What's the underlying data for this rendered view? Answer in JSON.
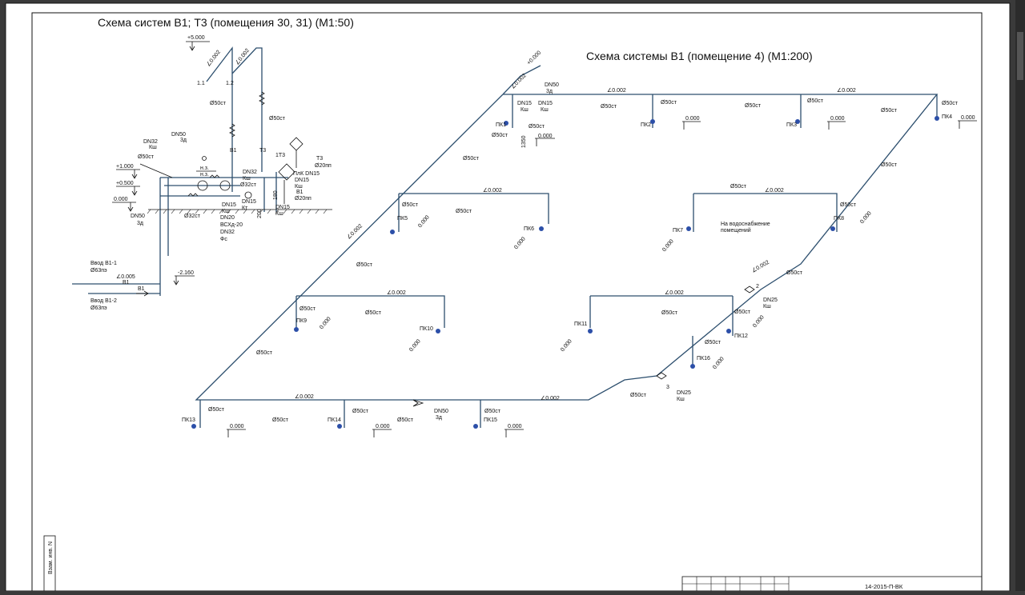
{
  "titles": {
    "left": "Схема систем В1; Т3 (помещения 30, 31) (М1:50)",
    "right": "Схема системы В1 (помещение 4) (М1:200)"
  },
  "stamp": {
    "doc_code": "14-2015-П-ВК",
    "side_label": "Взам. инв. N"
  },
  "left_labels": {
    "el_5000": "+5.000",
    "el_1000": "+1.000",
    "el_0500": "+0.500",
    "el_0000": "0.000",
    "el_m2160": "-2.160",
    "slope1": "∠0.002",
    "slope2": "∠0.002",
    "slope3": "∠0.005",
    "pt11": "1.1",
    "pt12": "1.2",
    "d50st_a": "Ø50ст",
    "d50st_b": "Ø50ст",
    "d50st_c": "Ø50ст",
    "dn32_ksh": "DN32",
    "ksh1": "Кш",
    "dn50_3d": "DN50",
    "zd1": "3д",
    "dn50_3d_b": "DN50",
    "zd2": "3д",
    "d32st_a": "Ø32ст",
    "d32st_b": "Ø32ст",
    "dn32_b": "DN32",
    "ksh2": "Кш",
    "dn15_kt": "DN15",
    "kt": "Кт",
    "dn15_ksh": "DN15",
    "ksh3": "Кш",
    "dn20": "DN20",
    "vskh": "ВСХд-20",
    "dn32_c": "DN32",
    "fs": "Фс",
    "dn15_b": "DN15",
    "ksh4": "Кш",
    "dn15_c": "DN15",
    "ksh5": "Кш",
    "t3": "Т3",
    "d20pp_a": "Ø20пп",
    "b1": "В1",
    "d20pp_b": "Ø20пп",
    "one_t3": "1Т3",
    "plk": "ПлК DN15",
    "dn15_d": "DN15",
    "n_z1": "н.з.",
    "n_z2": "н.з.",
    "h200": "200",
    "h180": "180",
    "vvod1": "Ввод В1-1",
    "d63pe1": "Ø63пэ",
    "vvod2": "Ввод В1-2",
    "d63pe2": "Ø63пэ",
    "b1_line1": "В1",
    "b1_line2": "В1",
    "b1_v1": "В1",
    "t3_v": "Т3"
  },
  "right_labels": {
    "el_top": "+0.000",
    "slope_a": "∠0.002",
    "dn50_top": "DN50",
    "zd_top": "3д",
    "dn15_1": "DN15",
    "ksh_1": "Кш",
    "dn15_2": "DN15",
    "ksh_2": "Кш",
    "pk1": "ПК1",
    "pk2": "ПК2",
    "pk3": "ПК3",
    "pk4": "ПК4",
    "pk5": "ПК5",
    "pk6": "ПК6",
    "pk7": "ПК7",
    "pk8": "ПК8",
    "pk9": "ПК9",
    "pk10": "ПК10",
    "pk11": "ПК11",
    "pk12": "ПК12",
    "pk13": "ПК13",
    "pk14": "ПК14",
    "pk15": "ПК15",
    "pk16": "ПК16",
    "slope_top1": "∠0.002",
    "slope_top2": "∠0.002",
    "slope_mid1": "∠0.002",
    "slope_mid2": "∠0.002",
    "slope_mid3": "∠0.002",
    "slope_mid4": "∠0.002",
    "slope_bot1": "∠0.002",
    "slope_bot2": "∠0.002",
    "slope_diag1": "∠0.002",
    "slope_diag2": "∠0.002",
    "d50_1": "Ø50ст",
    "d50_2": "Ø50ст",
    "d50_3": "Ø50ст",
    "d50_4": "Ø50ст",
    "d50_5": "Ø50ст",
    "d50_6": "Ø50ст",
    "d50_7": "Ø50ст",
    "d50_8": "Ø50ст",
    "d50_9": "Ø50ст",
    "d50_10": "Ø50ст",
    "d50_11": "Ø50ст",
    "d50_12": "Ø50ст",
    "d50_13": "Ø50ст",
    "d50_14": "Ø50ст",
    "d50_15": "Ø50ст",
    "d50_16": "Ø50ст",
    "d50_17": "Ø50ст",
    "d50_18": "Ø50ст",
    "d50_19": "Ø50ст",
    "d50_20": "Ø50ст",
    "d50_21": "Ø50ст",
    "d50_22": "Ø50ст",
    "d50_23": "Ø50ст",
    "d50_24": "Ø50ст",
    "d50_25": "Ø50ст",
    "d50_26": "Ø50ст",
    "d50_27": "Ø50ст",
    "d50_28": "Ø50ст",
    "e0_1": "0.000",
    "e0_2": "0.000",
    "e0_3": "0.000",
    "e0_4": "0.000",
    "e0_5": "0.000",
    "e0_6": "0.000",
    "e0_7": "0.000",
    "e0_8": "0.000",
    "e0_9": "0.000",
    "e0_10": "0.000",
    "e0_11": "0.000",
    "e0_12": "0.000",
    "e0_13": "0.000",
    "e0_14": "0.000",
    "e0_15": "0.000",
    "e0_16": "0.000",
    "h1350": "1350",
    "note": "На водоснабжение",
    "note2": "помещений",
    "dn25_a": "DN25",
    "ksh_a": "Кш",
    "dn25_b": "DN25",
    "ksh_b": "Кш",
    "dn50_bot": "DN50",
    "zd_bot": "3д",
    "num2": "2",
    "num3": "3"
  }
}
